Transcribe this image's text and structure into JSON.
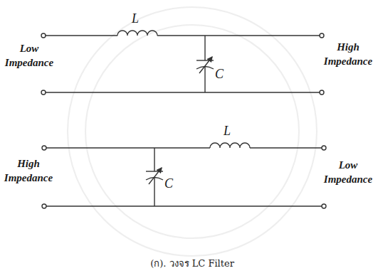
{
  "diagram": {
    "caption": "(ก). วงจร LC Filter",
    "labels": [
      "L",
      "C",
      "Low Impedance",
      "High Impedance",
      "C",
      "L",
      "High Impedance",
      "Low Impedance"
    ]
  }
}
